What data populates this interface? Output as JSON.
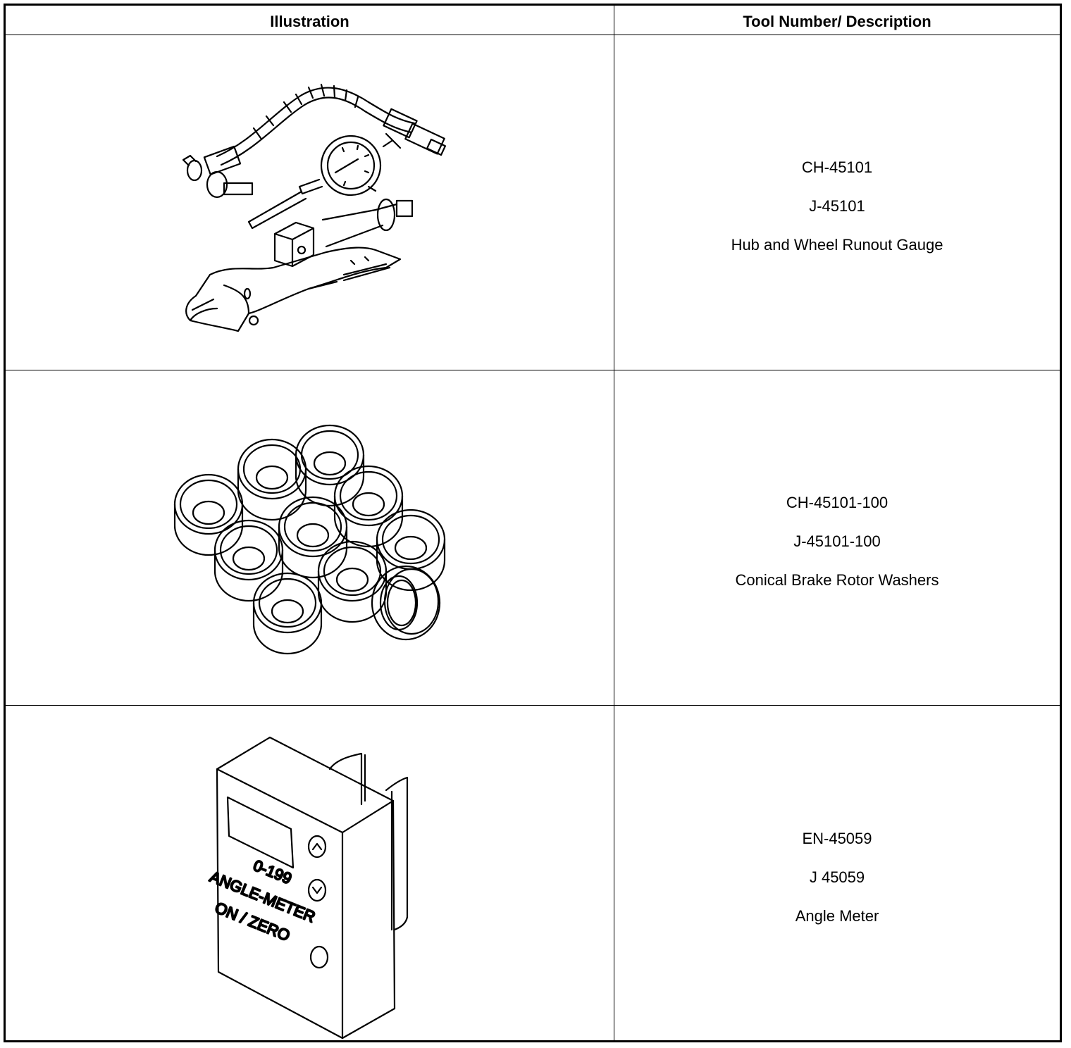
{
  "table": {
    "headers": {
      "illustration": "Illustration",
      "tool": "Tool Number/ Description"
    },
    "rows": [
      {
        "illustration_icon": "runout-gauge-icon",
        "lines": [
          "CH-45101",
          "J-45101",
          "Hub and Wheel Runout Gauge"
        ]
      },
      {
        "illustration_icon": "washers-icon",
        "lines": [
          "CH-45101-100",
          "J-45101-100",
          "Conical Brake Rotor Washers"
        ]
      },
      {
        "illustration_icon": "angle-meter-icon",
        "lines": [
          "EN-45059",
          "J 45059",
          "Angle Meter"
        ],
        "device_text": [
          "0-199",
          "ANGLE-METER",
          "ON / ZERO"
        ]
      }
    ]
  }
}
